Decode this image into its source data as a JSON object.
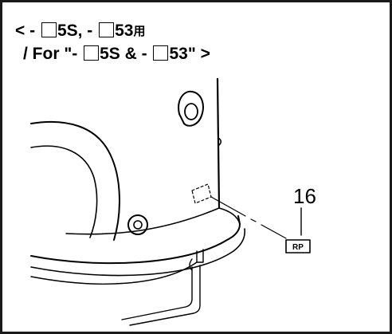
{
  "heading": {
    "line1": {
      "lead": "< - ",
      "model_a": "5S, - ",
      "model_b": "53",
      "suffix": "用"
    },
    "line2": {
      "lead": "/ For \"- ",
      "model_a": "5S & - ",
      "model_b": "53\" >"
    }
  },
  "callout_number": "16",
  "label_text": "RP",
  "colors": {
    "ink": "#000000",
    "border": "#1a1a1a",
    "background": "#ffffff"
  }
}
